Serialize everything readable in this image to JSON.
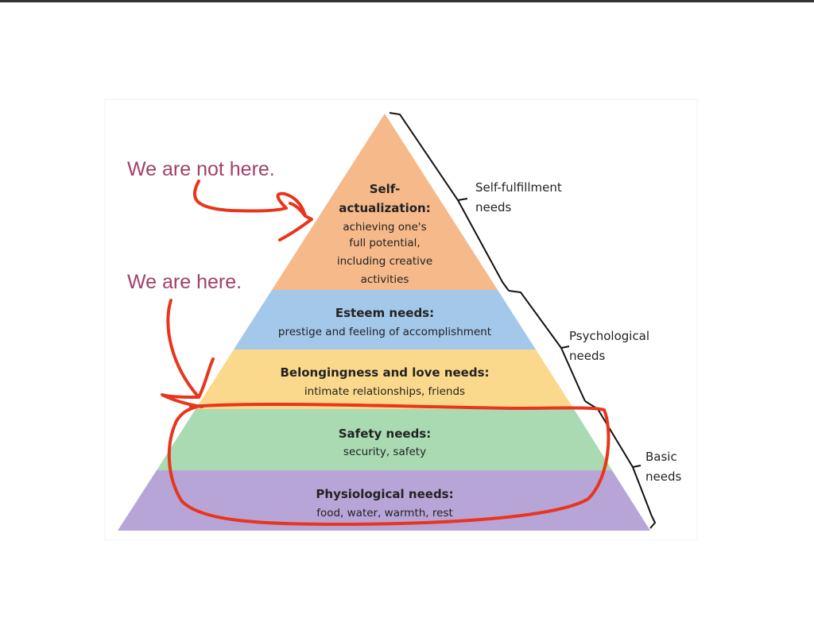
{
  "annotations": {
    "not_here": "We are not here.",
    "here": "We are here."
  },
  "levels": [
    {
      "title1": "Self-",
      "title2": "actualization:",
      "desc": [
        "achieving one's",
        "full potential,",
        "including creative",
        "activities"
      ],
      "color": "#f5b98a"
    },
    {
      "title": "Esteem needs:",
      "desc": "prestige and feeling of accomplishment",
      "color": "#a4c8ea"
    },
    {
      "title": "Belongingness and love needs:",
      "desc": "intimate relationships, friends",
      "color": "#fbd98c"
    },
    {
      "title": "Safety needs:",
      "desc": "security, safety",
      "color": "#a9dab2"
    },
    {
      "title": "Physiological needs:",
      "desc": "food, water, warmth, rest",
      "color": "#b8a5d8"
    }
  ],
  "groups": [
    {
      "line1": "Self-fulfillment",
      "line2": "needs"
    },
    {
      "line1": "Psychological",
      "line2": "needs"
    },
    {
      "line1": "Basic",
      "line2": "needs"
    }
  ],
  "ink_color": "#e8351c"
}
